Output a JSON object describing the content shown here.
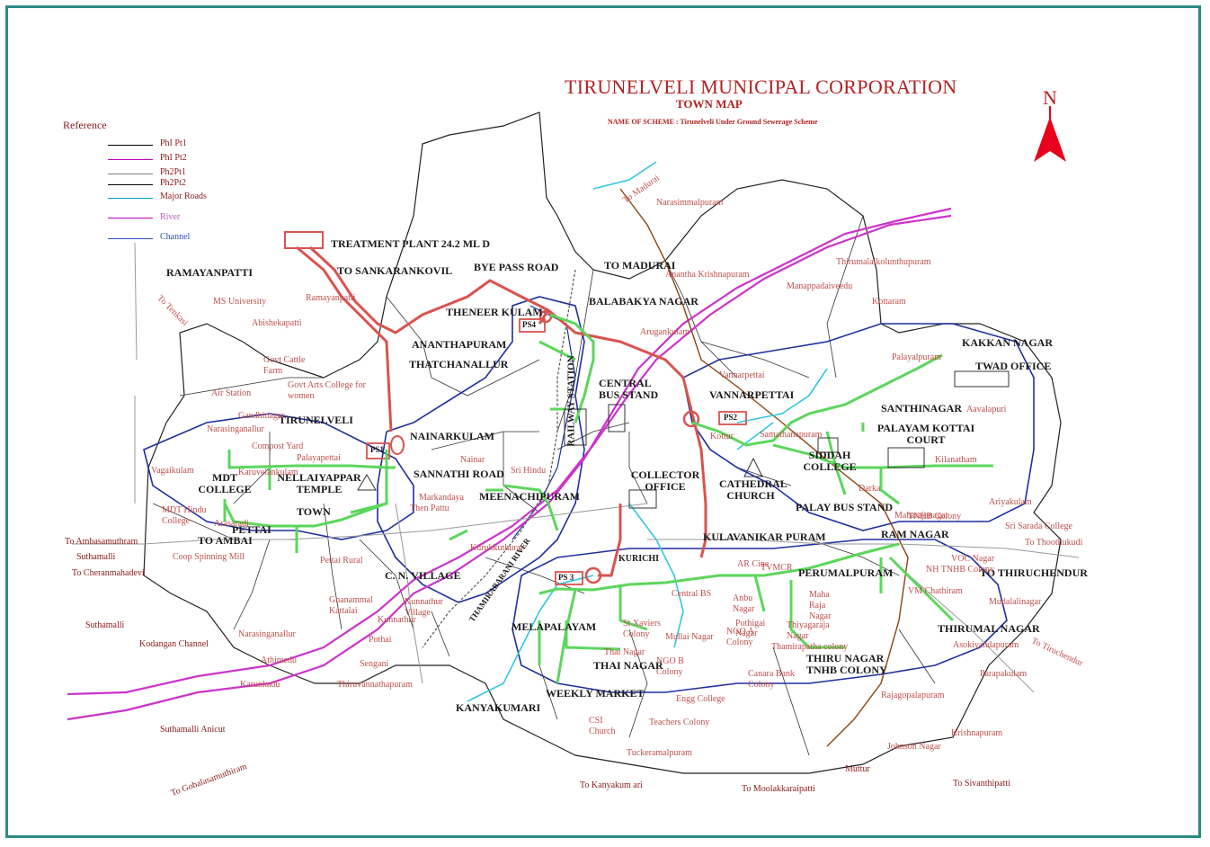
{
  "header": {
    "title": "TIRUNELVELI MUNICIPAL CORPORATION",
    "subtitle": "TOWN MAP",
    "scheme": "NAME OF SCHEME : Tirunelveli Under Ground Sewerage Scheme"
  },
  "north": "N",
  "legend": {
    "title": "Reference",
    "items": [
      {
        "label": "PhI Pt1",
        "color": "#000000"
      },
      {
        "label": "PhI Pt2",
        "color": "#c000c0"
      },
      {
        "label": "Ph2Pt1",
        "color": "#808080"
      },
      {
        "label": "Ph2Pt2",
        "color": "#000000"
      },
      {
        "label": "Major Roads",
        "color": "#00a0c0"
      },
      {
        "label": "River",
        "color": "#c000c0"
      },
      {
        "label": "Channel",
        "color": "#3050c0"
      }
    ]
  },
  "colors": {
    "frame": "#2e8b84",
    "title": "#b22222",
    "sewer_main": "#d9534f",
    "sewer_branch": "#5cd65c",
    "zone_boundary": "#1f2f9f",
    "ward_boundary": "#222222",
    "river": "#cc33cc",
    "road_cyan": "#33c6e0",
    "rail": "#8b4513"
  },
  "labels": {
    "treatment_plant": "TREATMENT PLANT 24.2 ML D",
    "to_sankarankovil": "TO SANKARANKOVIL",
    "bye_pass_road": "BYE PASS ROAD",
    "to_madurai": "TO MADURAI",
    "to_madurai_small": "To Madurai",
    "ramayanpatti": "RAMAYANPATTI",
    "theneer_kulam": "THENEER KULAM",
    "balabakya_nagar": "BALABAKYA NAGAR",
    "ananthapuram": "ANANTHAPURAM",
    "thatchanallur": "THATCHANALLUR",
    "railway_station": "RAILWAY STATION",
    "central_bus_stand": "CENTRAL BUS STAND",
    "vannarpettai": "VANNARPETTAI",
    "kakkan_nagar": "KAKKAN NAGAR",
    "twad_office": "TWAD OFFICE",
    "santhinagar": "SANTHINAGAR",
    "palayam_kottai_court": "PALAYAM KOTTAI COURT",
    "siddah_college": "SIDDAH COLLEGE",
    "tirunelveli": "TIRUNELVELI",
    "nainarkulam": "NAINARKULAM",
    "nellaiyappar_temple": "NELLAIYAPPAR TEMPLE",
    "sannathi_road": "SANNATHI ROAD",
    "mdt_college": "MDT COLLEGE",
    "town": "TOWN",
    "pettai": "PETTAI",
    "to_ambai": "TO AMBAI",
    "meenachipuram": "MEENACHIPURAM",
    "collector_office": "COLLECTOR OFFICE",
    "cathedral_church": "CATHEDRAL CHURCH",
    "palay_bus_stand": "PALAY BUS STAND",
    "kulavanikar_puram": "KULAVANIKAR PURAM",
    "ram_nagar": "RAM NAGAR",
    "to_thiruchendur": "TO THIRUCHENDUR",
    "cn_village": "C. N. VILLAGE",
    "kurichi": "KURICHI",
    "perumalpuram": "PERUMALPURAM",
    "thamirabarani_river": "THAMIRABARANI RIVER",
    "melapalayam": "MELAPALAYAM",
    "thai_nagar": "THAI NAGAR",
    "thiru_nagar_tnhb": "THIRU NAGAR TNHB COLONY",
    "thirumal_nagar": "THIRUMAL NAGAR",
    "weekly_market": "WEEKLY MARKET",
    "kanyakumari": "KANYAKUMARI",
    "ps1": "PS1",
    "ps2": "PS2",
    "ps3": "PS 3",
    "ps4": "PS4",
    "to_ambasamuthram": "To Ambasamuthram",
    "suthamalli": "Suthamalli",
    "to_cheranmahadevi": "To Cheranmahadevi",
    "suthamalli_2": "Suthamalli",
    "kodangan_channel": "Kodangan Channel",
    "suthamalli_anicut": "Suthamalli Anicut",
    "to_gobalasamuthiram": "To Gobalasamuthiram",
    "to_kanyakumari_bottom": "To Kanyakum ari",
    "to_moolakkaraipatti": "To Moolakkaraipatti",
    "mutture": "Muttur",
    "to_sivanthipatti": "To Sivanthipatti",
    "to_tenkasi": "To Tenkasi",
    "ms_university": "MS University",
    "abishekapatti": "Abishekapatti",
    "ramayanpatti_small": "Ramayanpatti",
    "narasimmalpuram": "Narasimmalpuram",
    "ananthakrishnapuram": "Anantha Krishnapuram",
    "thirumalaikolunthupuram": "Thirumalaikolunthupuram",
    "manappadaiveedu": "Manappadaiveedu",
    "kottaram": "Kottaram",
    "arugankulam": "Arugankulam",
    "govt_cattle_farm": "Govt Cattle Farm",
    "govt_arts_college": "Govt Arts College for women",
    "air_station": "Air Station",
    "gandhinagar": "Gandhinagar",
    "narasinganallur": "Narasinganallur",
    "compost_yard": "Compost Yard",
    "vagaikulam": "Vagaikulam",
    "karuvelankulam": "Karuvelankulam",
    "mdt_hindu_college": "MDT Hindu College",
    "coop_spinning_mill": "Coop Spinning Mill",
    "pettai_rural": "Pettai Rural",
    "kunnathur_village": "Kunnathur Village",
    "gnanamial_kattalai": "Gnanammal Kattalai",
    "kunnathur": "Kunnathur",
    "pothai": "Pothai",
    "athimedu": "Athimedu",
    "sengani": "Sengani",
    "karunkadu": "Karunkadu",
    "thiruvannatha_puram": "Thiruvannathapuram",
    "narasinganallur_2": "Narasinganallur",
    "ariyakulam": "Ariyakulam",
    "sri_sarada_college": "Sri Sarada College",
    "to_thoothukudi": "To Thoothukudi",
    "voc_nagar": "VOC Nagar",
    "mudalalinagar": "Mudalalinagar",
    "asokiyandapuram": "Asokiyandapuram",
    "to_tiruchendur": "To Tiruchendur",
    "parapakulam": "Parapakulam",
    "rajagopalapuram": "Rajagopalapuram",
    "krishnapuram": "Krishnapuram",
    "johnson_nagar": "Johnson Nagar",
    "teachers_colony": "Teachers Colony",
    "tuckeramalpuram": "Tuckeramalpuram",
    "csi_church": "CSI Church",
    "ngo_a_colony": "NGO A Colony",
    "ngo_b_colony": "NGO B Colony",
    "mullai_nagar": "Mullai Nagar",
    "anbu_nagar": "Anbu Nagar",
    "pothigai_nagar": "Pothigai Nagar",
    "thiyagaraja_nagar": "Thiyagaraja Nagar",
    "maha_raja_nagar": "Maha Raja Nagar",
    "tvmcr": "TVMCR",
    "thamirapatha_colony": "Thamirapatha colony",
    "canara_bank_colony": "Canara Bank Colony",
    "st_xaviers_colony": "St Xaviers Colony",
    "central_bs": "Central BS",
    "thai_nagar_small": "Thai Nagar",
    "kilanatham": "Kilanatham",
    "darka": "Darka",
    "samathanapuram": "Samathanapuram",
    "palayamkottai_tnhb": "TNHB Colony",
    "kottur": "Kottur",
    "palayalpuram": "Palayalpuram",
    "maharajanagar": "Maharajanagar",
    "aavalapuri": "Aavalapuri",
    "sri_hindu": "Sri Hindu",
    "then_pattu": "Then Pattu",
    "markandaya": "Markandaya",
    "nainar": "Nainar",
    "kurukkuthurai": "Kurukkuthurai",
    "arasaradi": "Arasaradi",
    "palayam_pettai": "Palayapettai",
    "ir_cinema": "AR Cine",
    "nh_tnhb": "NH TNHB Colony",
    "vm_chathiram": "VM Chathiram",
    "engg_college": "Engg College",
    "vannarpettai_small": "Vannarpettai"
  }
}
